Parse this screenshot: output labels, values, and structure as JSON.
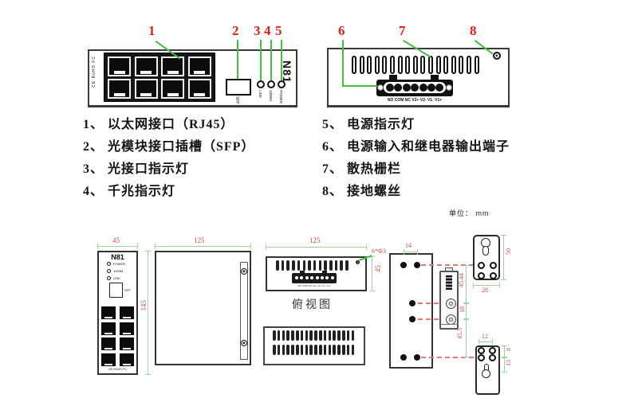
{
  "unit_note": "单位：  mm",
  "callouts": {
    "c1": "1",
    "c2": "2",
    "c3": "3",
    "c4": "4",
    "c5": "5",
    "c6": "6",
    "c7": "7",
    "c8": "8"
  },
  "front_panel": {
    "model": "N81",
    "cert": "CE RoHS FC",
    "sfp_label": "SFP",
    "led_labels": [
      "LINK",
      "1000M",
      "POWER"
    ]
  },
  "top_panel": {
    "terminal_label": "NO COM NC V2+ V2- V1- V1+"
  },
  "legend": {
    "left": [
      "1、 以太网接口（RJ45）",
      "2、 光模块接口插槽（SFP）",
      "3、 光接口指示灯",
      "4、 千兆指示灯"
    ],
    "right": [
      "5、 电源指示灯",
      "6、 电源输入和继电器输出端子",
      "7、 散热栅栏",
      "8、 接地螺丝"
    ]
  },
  "drawings": {
    "front_view": {
      "model": "N81",
      "led_labels": [
        "POWER",
        "1000M",
        "LINK"
      ],
      "sfp_label": "SFP",
      "cert": "CE RoHS FC",
      "dim_width": "45",
      "dim_height": "145"
    },
    "side_view": {
      "dim_width": "125"
    },
    "top_view": {
      "caption": "俯视图",
      "dim_width": "125",
      "dim_height": "45",
      "terminal_label": "NO COM NC V2+ V2- V1- V1+"
    },
    "back_view": {
      "hole_pitch": "14",
      "hole_note": "6*Φ3"
    },
    "din_clip": {
      "dim_top": "45.44",
      "dim_mid": "18",
      "dim_bottom": "45.5"
    },
    "wall_plate_top": {
      "dim_height": "50",
      "dim_width": "28"
    },
    "wall_plate_bottom": {
      "dim_width": "12",
      "dim_a": "8",
      "dim_b": "13"
    }
  }
}
